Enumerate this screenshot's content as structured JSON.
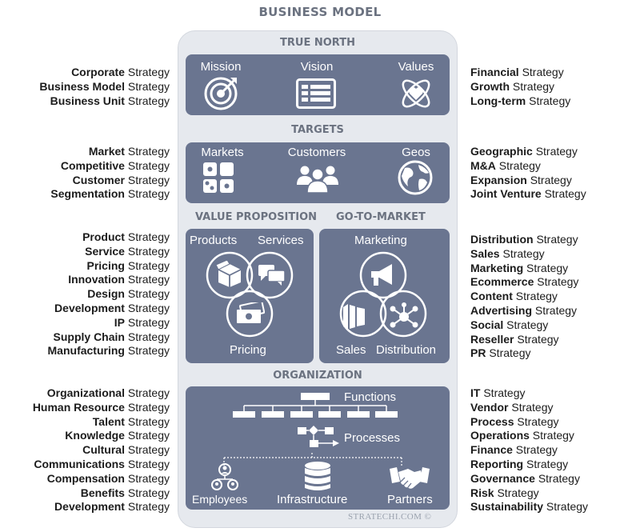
{
  "title": "BUSINESS MODEL",
  "sections": {
    "true_north": "TRUE NORTH",
    "targets": "TARGETS",
    "value_proposition": "VALUE PROPOSITION",
    "go_to_market": "GO-TO-MARKET",
    "organization": "ORGANIZATION"
  },
  "labels": {
    "mission": "Mission",
    "vision": "Vision",
    "values": "Values",
    "markets": "Markets",
    "customers": "Customers",
    "geos": "Geos",
    "products": "Products",
    "services": "Services",
    "pricing": "Pricing",
    "marketing": "Marketing",
    "sales": "Sales",
    "distribution": "Distribution",
    "functions": "Functions",
    "processes": "Processes",
    "employees": "Employees",
    "infrastructure": "Infrastructure",
    "partners": "Partners"
  },
  "suffix": "Strategy",
  "left_groups": [
    [
      "Corporate",
      "Business Model",
      "Business Unit"
    ],
    [
      "Market",
      "Competitive",
      "Customer",
      "Segmentation"
    ],
    [
      "Product",
      "Service",
      "Pricing",
      "Innovation",
      "Design",
      "Development",
      "IP",
      "Supply Chain",
      "Manufacturing"
    ],
    [
      "Organizational",
      "Human Resource",
      "Talent",
      "Knowledge",
      "Cultural",
      "Communications",
      "Compensation",
      "Benefits",
      "Development"
    ]
  ],
  "right_groups": [
    [
      "Financial",
      "Growth",
      "Long-term"
    ],
    [
      "Geographic",
      "M&A",
      "Expansion",
      "Joint Venture"
    ],
    [
      "Distribution",
      "Sales",
      "Marketing",
      "Ecommerce",
      "Content",
      "Advertising",
      "Social",
      "Reseller",
      "PR"
    ],
    [
      "IT",
      "Vendor",
      "Process",
      "Operations",
      "Finance",
      "Reporting",
      "Governance",
      "Risk",
      "Sustainability"
    ]
  ],
  "watermark": "STRATECHI.COM ©",
  "colors": {
    "panel": "#6a7590",
    "container": "#e6e9ee",
    "heading": "#6b7280"
  }
}
